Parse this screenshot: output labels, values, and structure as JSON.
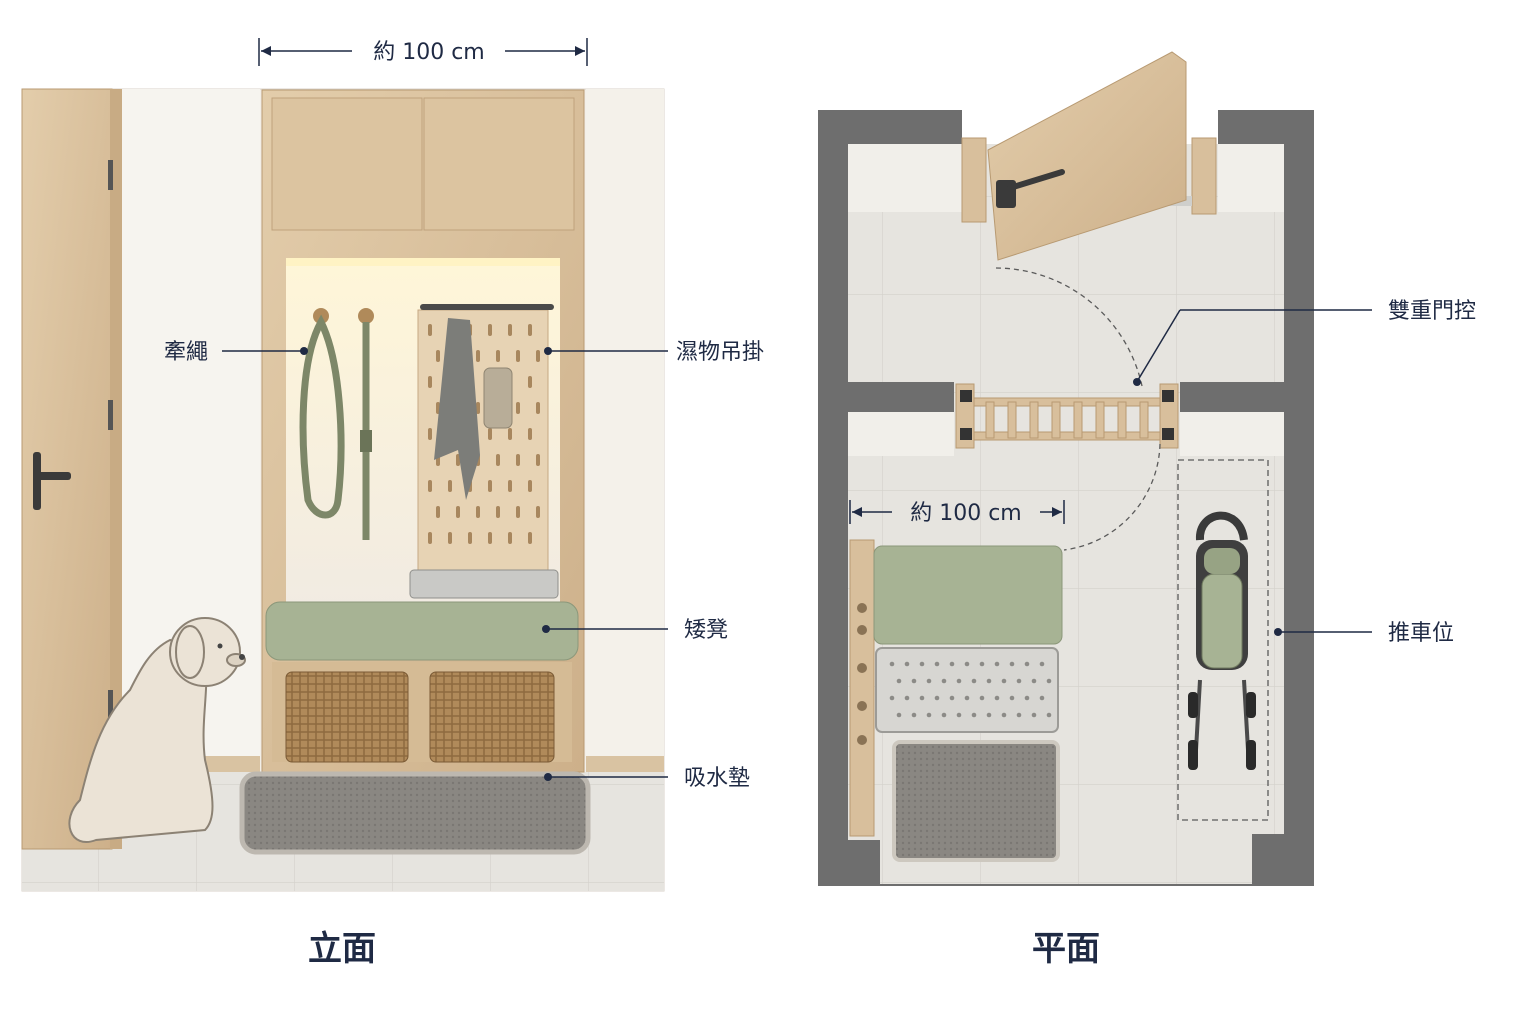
{
  "elevation": {
    "title": "立面",
    "width_dimension": "約 100 cm",
    "callouts": {
      "leash": "牽繩",
      "wet_items_hanging": "濕物吊掛",
      "low_bench": "矮凳",
      "absorbent_mat": "吸水墊"
    }
  },
  "plan": {
    "title": "平面",
    "width_dimension": "約 100 cm",
    "callouts": {
      "double_door_control": "雙重門控",
      "stroller_spot": "推車位"
    }
  },
  "colors": {
    "label_text": "#1f2a44",
    "callout_line": "#1f2a44",
    "wood": "#d8bf9c",
    "cushion_green": "#a7b394",
    "wall_gray": "#6b6b6b",
    "floor": "#e4e2dd"
  }
}
